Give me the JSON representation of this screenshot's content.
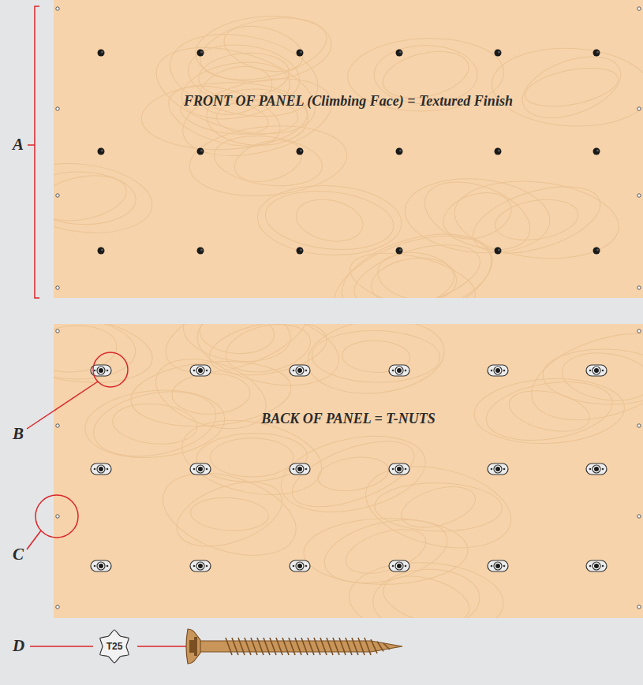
{
  "diagram": {
    "nodes": [
      {
        "text": [
          "FRONT OF PANEL (Climbing Face) = Textured Finish"
        ]
      },
      {
        "text": [
          "BACK OF PANEL = T-NUTS"
        ]
      },
      {
        "text": [
          "T25"
        ]
      }
    ],
    "labels": [
      "A",
      "B",
      "C",
      "D"
    ]
  }
}
